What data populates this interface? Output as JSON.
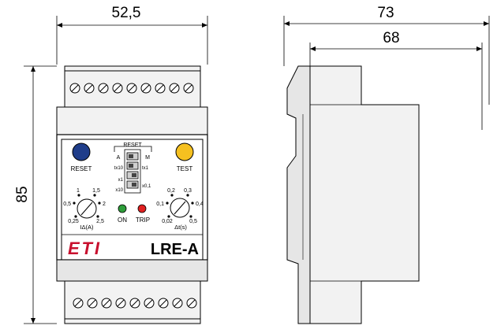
{
  "dimensions": {
    "width": "52,5",
    "height": "85",
    "depth_total": "73",
    "depth_body": "68"
  },
  "front_panel": {
    "reset_label": "RESET",
    "test_label": "TEST",
    "switch": {
      "title": "RESET",
      "left_a": "A",
      "right_m": "M",
      "left_x10_top": "tx10",
      "right_x1": "tx1",
      "left_x1": "x1",
      "left_x10": "x10",
      "right_x01": "x0,1"
    },
    "dial_current": {
      "ticks": [
        "0,5",
        "1",
        "1,5",
        "2",
        "2,5",
        "0,25"
      ],
      "label": "IΔ(A)"
    },
    "dial_time": {
      "ticks": [
        "0,1",
        "0,2",
        "0,3",
        "0,4",
        "0,5",
        "0,02"
      ],
      "label": "Δt(s)"
    },
    "on_label": "ON",
    "trip_label": "TRIP",
    "brand": "ETI",
    "model": "LRE-A"
  },
  "colors": {
    "outline": "#000000",
    "fill_light": "#f2f2f2",
    "fill_mid": "#e6e6e6",
    "reset_button": "#1f3d8a",
    "test_button": "#f5c020",
    "led_on": "#2e9e3a",
    "led_trip": "#e02020",
    "brand_red": "#c8102e"
  }
}
